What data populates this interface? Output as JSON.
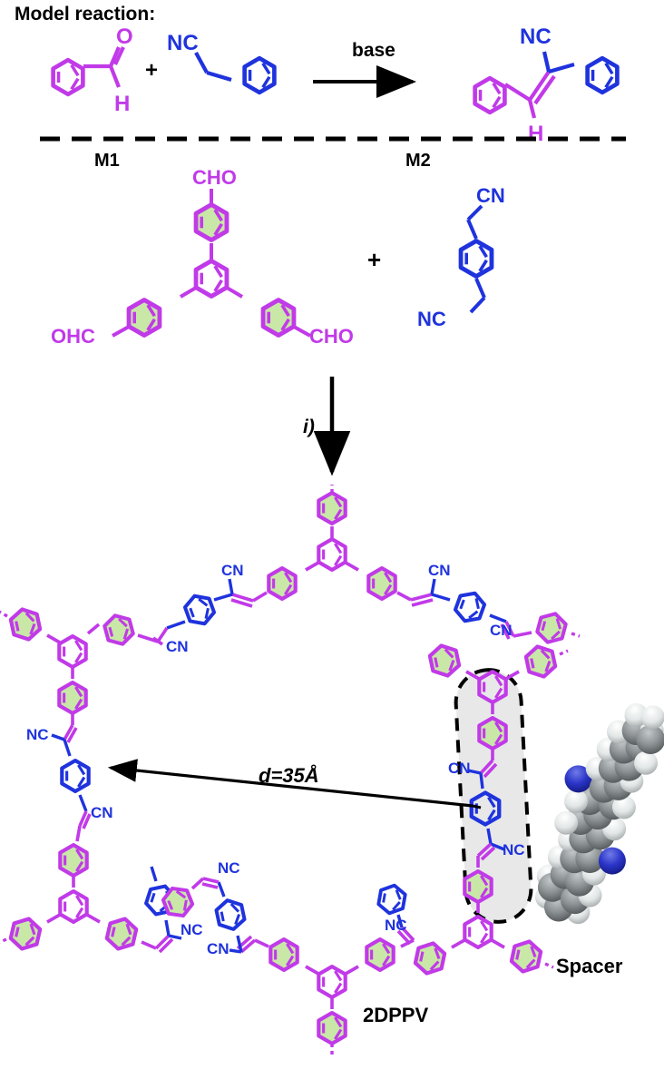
{
  "figure": {
    "kind": "chemical-reaction-scheme",
    "title": "Model reaction:",
    "product_name": "2DPPV",
    "spacer_label": "Spacer",
    "distance_label": "d=35Å",
    "polymerization_condition": "i)"
  },
  "model_reaction": {
    "reagent_left_label": "M1",
    "product_label": "M2",
    "plus": "+",
    "arrow_label": "base",
    "atoms": {
      "aldehyde_o": "O",
      "aldehyde_h": "H",
      "nitrile": "NC",
      "vinyl_h": "H",
      "product_nitrile": "NC"
    }
  },
  "monomers": {
    "plus": "+",
    "m1_groups": [
      "CHO",
      "OHC",
      "CHO"
    ],
    "m2_groups": [
      "CN",
      "NC"
    ]
  },
  "network": {
    "nitrile_labels": [
      "CN",
      "CN",
      "NC",
      "CN",
      "NC",
      "CN",
      "NC",
      "CN",
      "NC",
      "CN",
      "CN",
      "NC"
    ]
  },
  "colors": {
    "magenta": "#c13ae8",
    "blue": "#1f33dd",
    "ring_fill": "#c9e8a8",
    "black": "#000000",
    "spacer_shade": "#e8e8e8",
    "carbon": "#7d8285",
    "hydrogen": "#e8eaea",
    "nitrogen": "#2a35c8"
  }
}
